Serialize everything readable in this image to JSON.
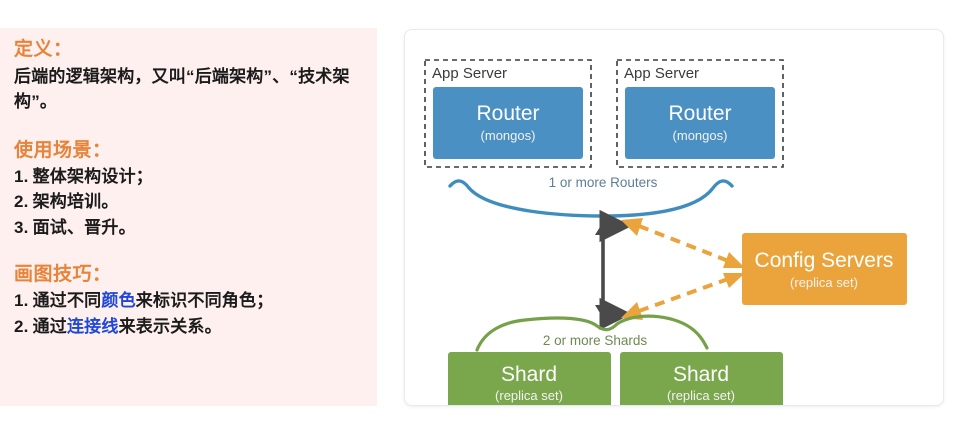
{
  "notes": {
    "section1": {
      "heading": "定义：",
      "body": "后端的逻辑架构，又叫“后端架构”、“技术架构”。"
    },
    "section2": {
      "heading": "使用场景：",
      "items": [
        {
          "num": "1.",
          "text": "整体架构设计；"
        },
        {
          "num": "2.",
          "text": "架构培训。"
        },
        {
          "num": "3.",
          "text": "面试、晋升。"
        }
      ]
    },
    "section3": {
      "heading": "画图技巧：",
      "items": [
        {
          "num": "1.",
          "pre": "通过不同",
          "kw": "颜色",
          "post": "来标识不同角色；"
        },
        {
          "num": "2.",
          "pre": "通过",
          "kw": "连接线",
          "post": "来表示关系。"
        }
      ]
    },
    "colors": {
      "panel_bg": "#fdf0ee",
      "heading": "#e8833a",
      "keyword": "#1f47d8",
      "body": "#1b1b1b"
    }
  },
  "diagram": {
    "app_servers": [
      {
        "label": "App Server",
        "router_title": "Router",
        "router_sub": "(mongos)"
      },
      {
        "label": "App Server",
        "router_title": "Router",
        "router_sub": "(mongos)"
      }
    ],
    "routers_brace_label": "1 or more Routers",
    "shards_brace_label": "2 or more Shards",
    "config_servers": {
      "title": "Config Servers",
      "sub": "(replica set)"
    },
    "shards": [
      {
        "title": "Shard",
        "sub": "(replica set)"
      },
      {
        "title": "Shard",
        "sub": "(replica set)"
      }
    ],
    "colors": {
      "router_blue": "#4a90c2",
      "config_orange": "#eba33c",
      "shard_green": "#7aa74c",
      "arrow_gray": "#4a4a4a",
      "brace_blue": "#3f8dbf",
      "brace_green": "#76a04a",
      "dashed_border": "#3a3a3a",
      "card_border": "#e9eaec"
    }
  }
}
